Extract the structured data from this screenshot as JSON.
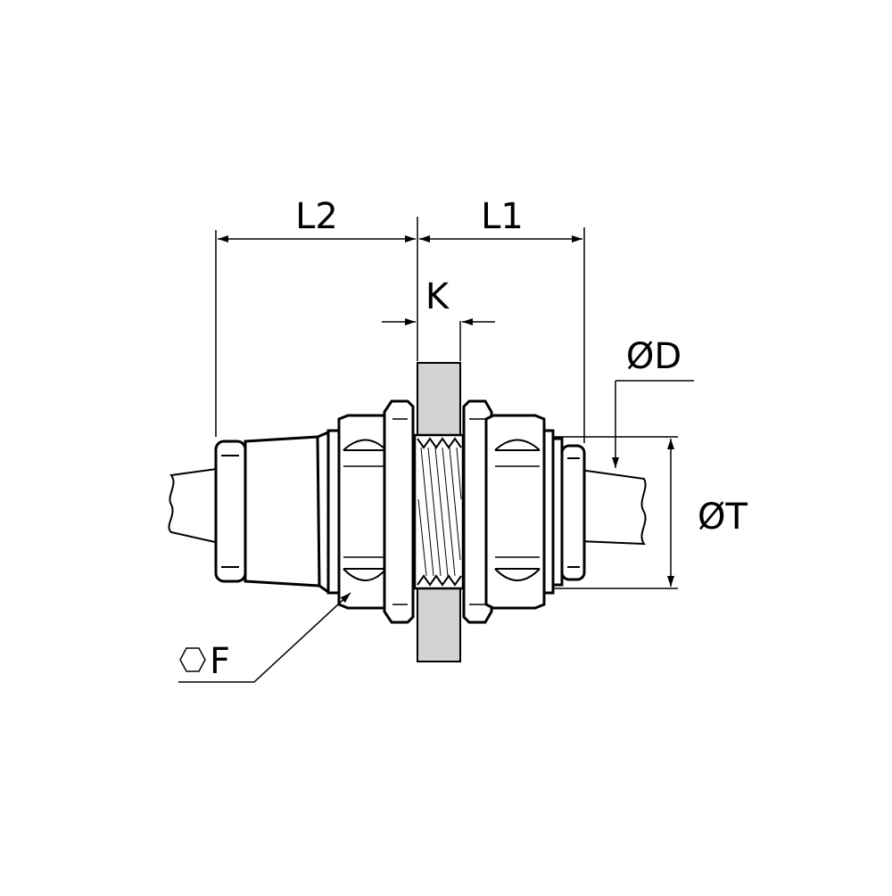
{
  "diagram": {
    "colors": {
      "line": "#000000",
      "panel": "#d3d3d3",
      "background": "#ffffff"
    },
    "labels": {
      "l2": "L2",
      "l1": "L1",
      "k": "K",
      "d": "ØD",
      "t": "ØT",
      "f": "F"
    },
    "icons": {
      "hex": "hexagon-icon"
    }
  }
}
